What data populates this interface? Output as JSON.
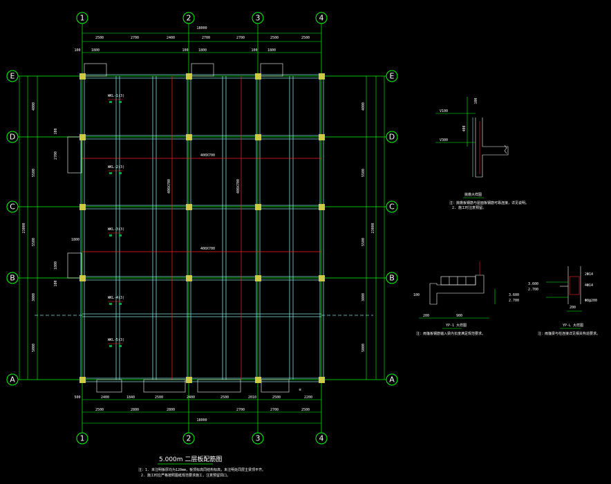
{
  "colors": {
    "background": "#000000",
    "axis": "#00ff00",
    "beam": "#7fe3e3",
    "column": "#cccc44",
    "section_red": "#ff2020",
    "text": "#ffffff"
  },
  "plan": {
    "col_axes": [
      "1",
      "2",
      "3",
      "4"
    ],
    "row_axes": [
      "E",
      "D",
      "C",
      "B",
      "A"
    ],
    "top_dims": [
      "2500",
      "2700",
      "2400",
      "2700",
      "2700",
      "2500",
      "2500"
    ],
    "top_total": "18000",
    "top_opening_dims": [
      "100",
      "1800",
      "100",
      "1800",
      "100",
      "1800"
    ],
    "bottom_dims_1": [
      "500",
      "2400",
      "1840",
      "2500",
      "2400",
      "2500",
      "2010",
      "2500",
      "2200"
    ],
    "bottom_dims_2": [
      "2500",
      "2800",
      "2800",
      "2700",
      "2700",
      "2500"
    ],
    "bottom_total": "18000",
    "left_dims": [
      "4000",
      "5500",
      "5500",
      "3000",
      "5000"
    ],
    "left_total": "23000",
    "right_dims": [
      "4000",
      "5500",
      "5500",
      "3000",
      "5000"
    ],
    "right_total": "23000",
    "left_openings": [
      "100",
      "2700",
      "1800",
      "1800",
      "100"
    ],
    "beam_labels": [
      "400X700",
      "400X700"
    ],
    "vbeam_labels": [
      "400X700",
      "400X700"
    ],
    "slab_tags": [
      "WKL-1(3)",
      "WKL-2(3)",
      "WKL-3(3)",
      "WKL-4(3)",
      "WKL-5(3)"
    ],
    "corner_mark": "※",
    "title": "5.000m 二层板配筋图",
    "notes": [
      "注：1. 未注明板厚均为120mm，板顶标高同结构标高，未注明处同层主梁顶平齐。",
      "2. 施工时应严格按照图纸规范要求施工，注意预留洞口。"
    ]
  },
  "detail_1": {
    "labels": [
      "V100",
      "V300"
    ],
    "dims": [
      "100",
      "400"
    ],
    "caption": "挑檐大样图",
    "notes": [
      "注：挑檐板钢筋与屋面板钢筋可靠连接，详见说明。",
      "2. 施工时注意预留。"
    ]
  },
  "detail_2": {
    "labels": [
      "200",
      "900",
      "100",
      "3.600",
      "2.700"
    ],
    "caption": "YP-1 大样图",
    "note": "注：雨篷板钢筋锚入梁内长度满足规范要求。"
  },
  "detail_3": {
    "labels": [
      "3.600",
      "2.700",
      "200",
      "2Φ14",
      "4Φ14",
      "Φ8@200"
    ],
    "caption": "YP-L 大样图",
    "note": "注：雨篷梁与柱连接详见相关构造要求。"
  }
}
